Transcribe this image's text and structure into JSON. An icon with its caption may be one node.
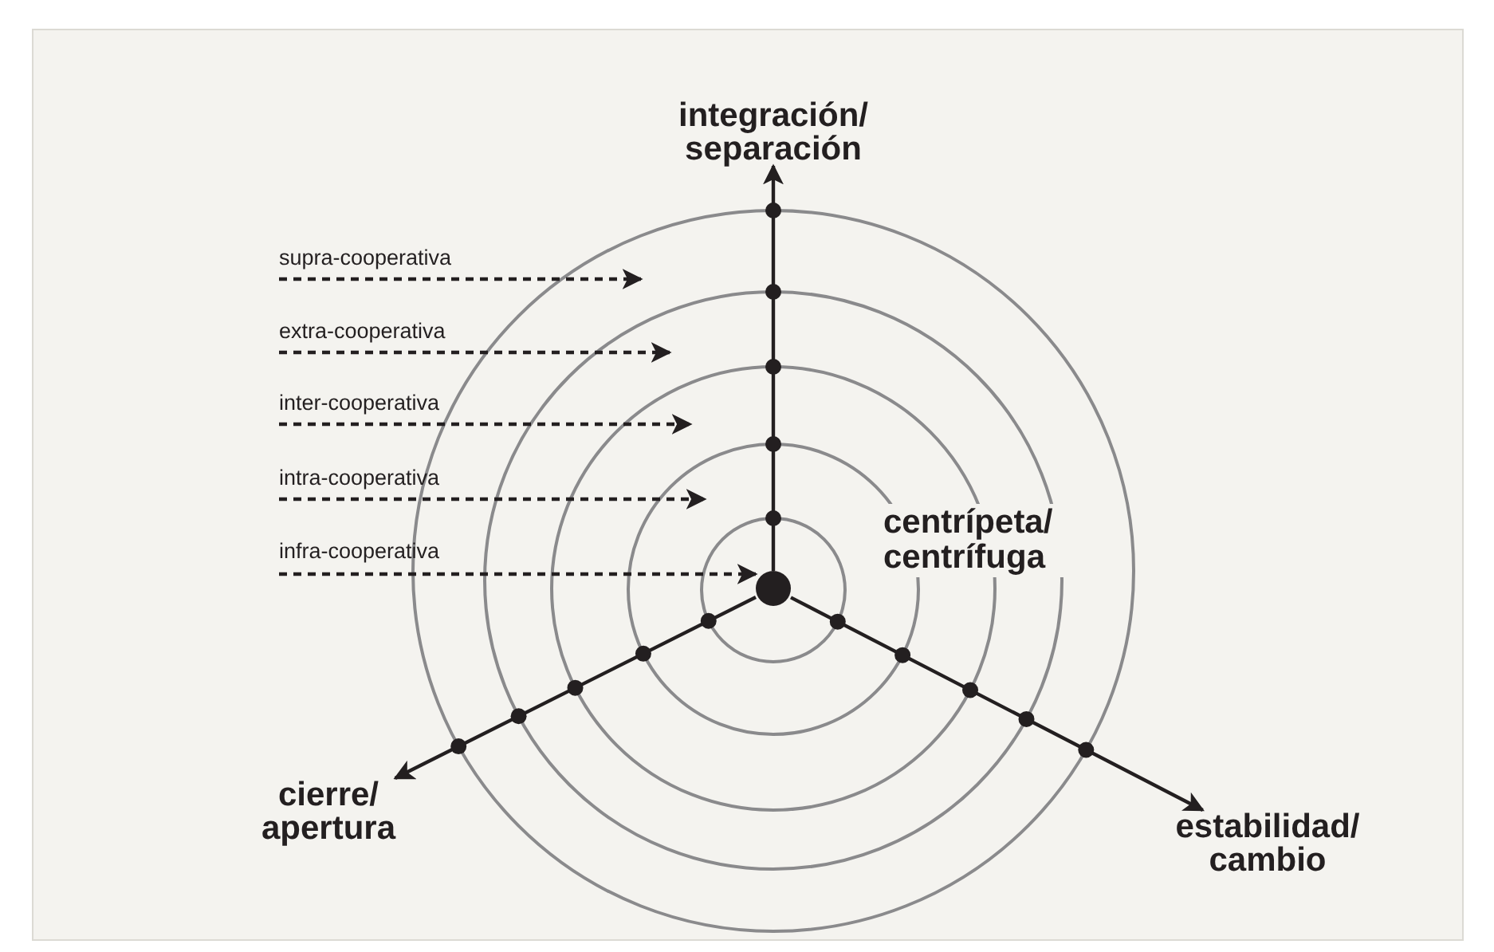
{
  "diagram": {
    "nodes": [
      {
        "text": [
          "integración/ separación"
        ]
      },
      {
        "text": [
          "supra-cooperativa"
        ]
      },
      {
        "text": [
          "extra-cooperativa"
        ]
      },
      {
        "text": [
          "inter-cooperativa"
        ]
      },
      {
        "text": [
          "intra-cooperativa"
        ]
      },
      {
        "text": [
          "infra-cooperativa"
        ]
      },
      {
        "text": [],
        "shape": "circle",
        "beside": [
          "centrípeta/ centrífuga"
        ]
      },
      {
        "text": [
          "cierre/ apertura"
        ]
      },
      {
        "text": [
          "estabilidad/ cambio"
        ]
      }
    ],
    "edges": [
      {
        "from": 6,
        "to": 0,
        "arrow": "to"
      },
      {
        "from": 6,
        "to": 7,
        "arrow": "to"
      },
      {
        "from": 6,
        "to": 8,
        "arrow": "to"
      },
      {
        "from": 1,
        "to": null,
        "arrow": "to",
        "style": "dashed"
      },
      {
        "from": 2,
        "to": null,
        "arrow": "to",
        "style": "dashed"
      },
      {
        "from": 3,
        "to": null,
        "arrow": "to",
        "style": "dashed"
      },
      {
        "from": 4,
        "to": null,
        "arrow": "to",
        "style": "dashed"
      },
      {
        "from": 5,
        "to": 6,
        "arrow": "to",
        "style": "dashed"
      }
    ]
  }
}
